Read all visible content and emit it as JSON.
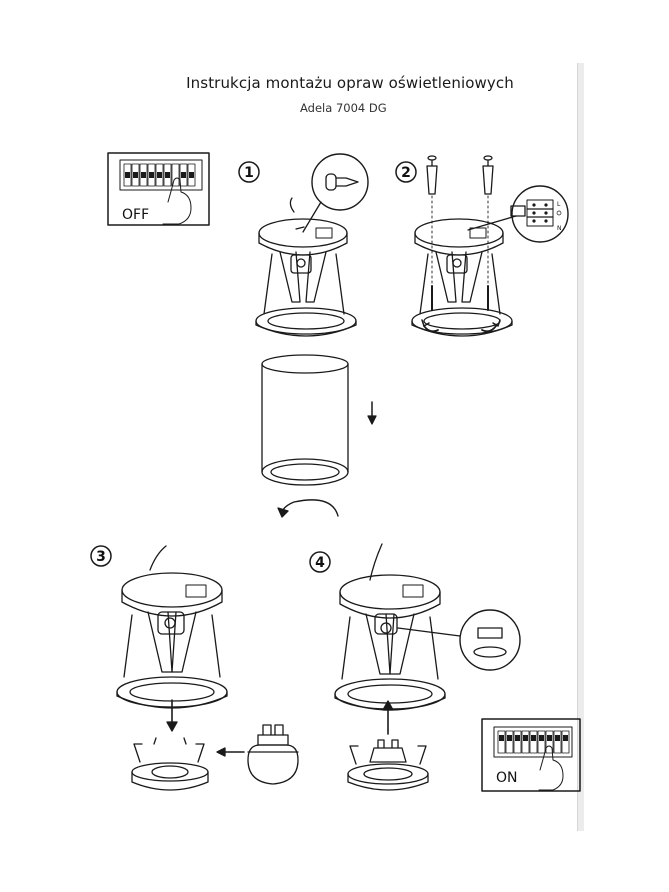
{
  "document": {
    "title": "Instrukcja montażu opraw oświetleniowych",
    "subtitle": "Adela 7004 DG"
  },
  "panels": {
    "switch_off_label": "OFF",
    "switch_on_label": "ON",
    "steps": [
      "1",
      "2",
      "3",
      "4"
    ],
    "terminal_labels": [
      "L",
      "N"
    ]
  },
  "colors": {
    "line": "#1a1a1a",
    "rule": "#ececec"
  }
}
